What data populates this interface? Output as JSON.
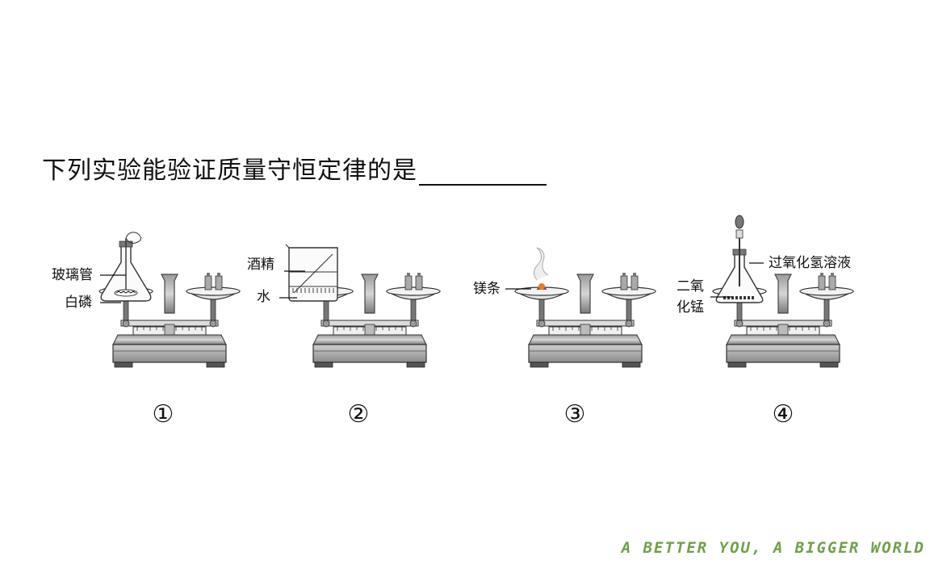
{
  "question": {
    "text": "下列实验能验证质量守恒定律的是"
  },
  "experiments": [
    {
      "number": "①",
      "labels": [
        "玻璃管",
        "白磷"
      ]
    },
    {
      "number": "②",
      "labels": [
        "酒精",
        "水"
      ]
    },
    {
      "number": "③",
      "labels": [
        "镁条"
      ]
    },
    {
      "number": "④",
      "labels": [
        "过氧化氢溶液",
        "二氧",
        "化锰"
      ]
    }
  ],
  "footer": {
    "tagline": "A BETTER YOU, A BIGGER WORLD"
  },
  "colors": {
    "tagline": "#6fa04a",
    "balance_dark": "#5a5a5a",
    "balance_light": "#c8c8c8"
  }
}
